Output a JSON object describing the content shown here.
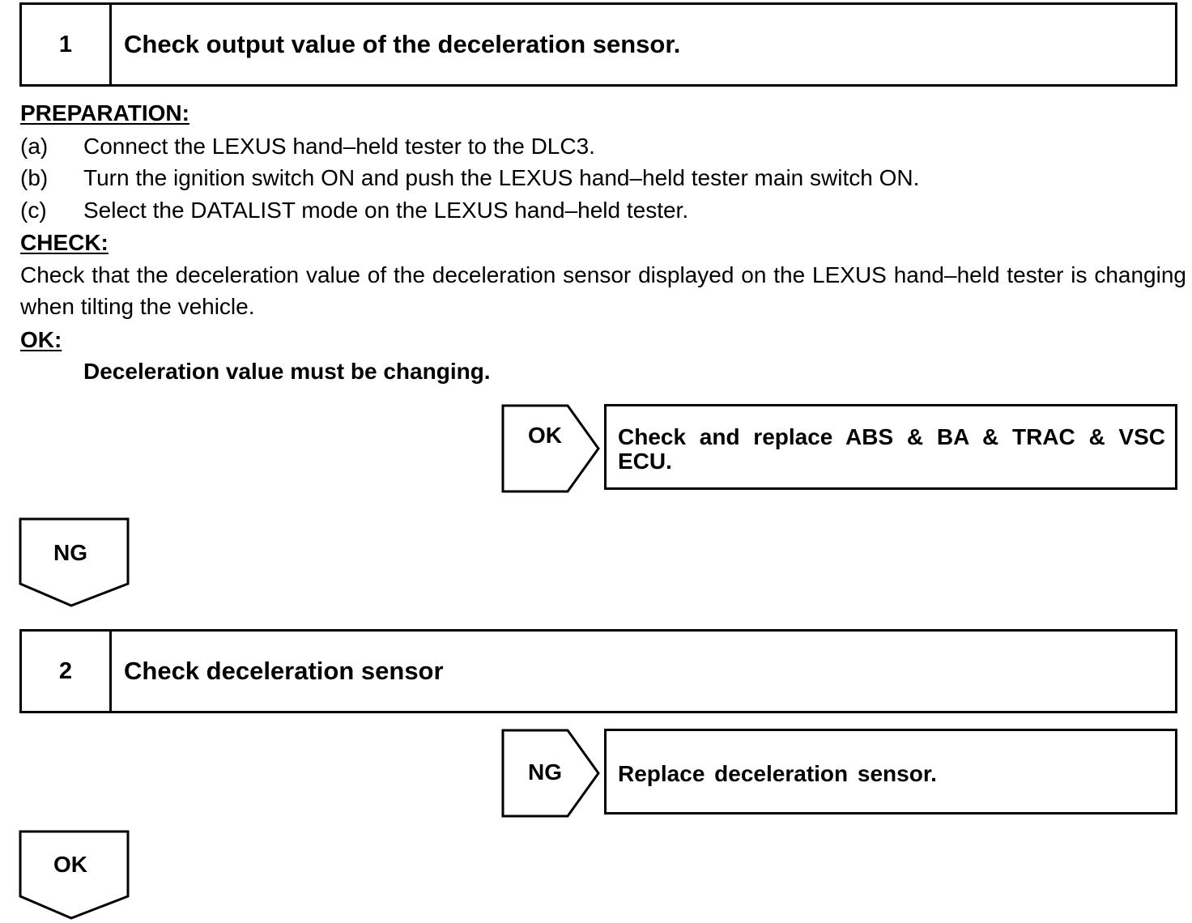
{
  "step1": {
    "number": "1",
    "title": "Check output value of the deceleration sensor."
  },
  "preparation": {
    "heading": "PREPARATION:",
    "items": [
      {
        "marker": "(a)",
        "text": "Connect the LEXUS hand–held tester to the DLC3."
      },
      {
        "marker": "(b)",
        "text": "Turn the ignition switch ON and push the LEXUS hand–held tester main switch ON."
      },
      {
        "marker": "(c)",
        "text": "Select the DATALIST mode on the LEXUS hand–held tester."
      }
    ]
  },
  "check": {
    "heading": "CHECK:",
    "text": "Check that the deceleration value of the deceleration sensor displayed on the LEXUS hand–held tester is changing when tilting the vehicle."
  },
  "ok_spec": {
    "heading": "OK:",
    "value": "Deceleration value must be changing."
  },
  "branch1": {
    "label": "OK",
    "result": "Check and replace ABS & BA & TRAC & VSC ECU."
  },
  "down1": {
    "label": "NG"
  },
  "step2": {
    "number": "2",
    "title": "Check deceleration sensor"
  },
  "branch2": {
    "label": "NG",
    "result": "Replace deceleration sensor."
  },
  "down2": {
    "label": "OK"
  }
}
